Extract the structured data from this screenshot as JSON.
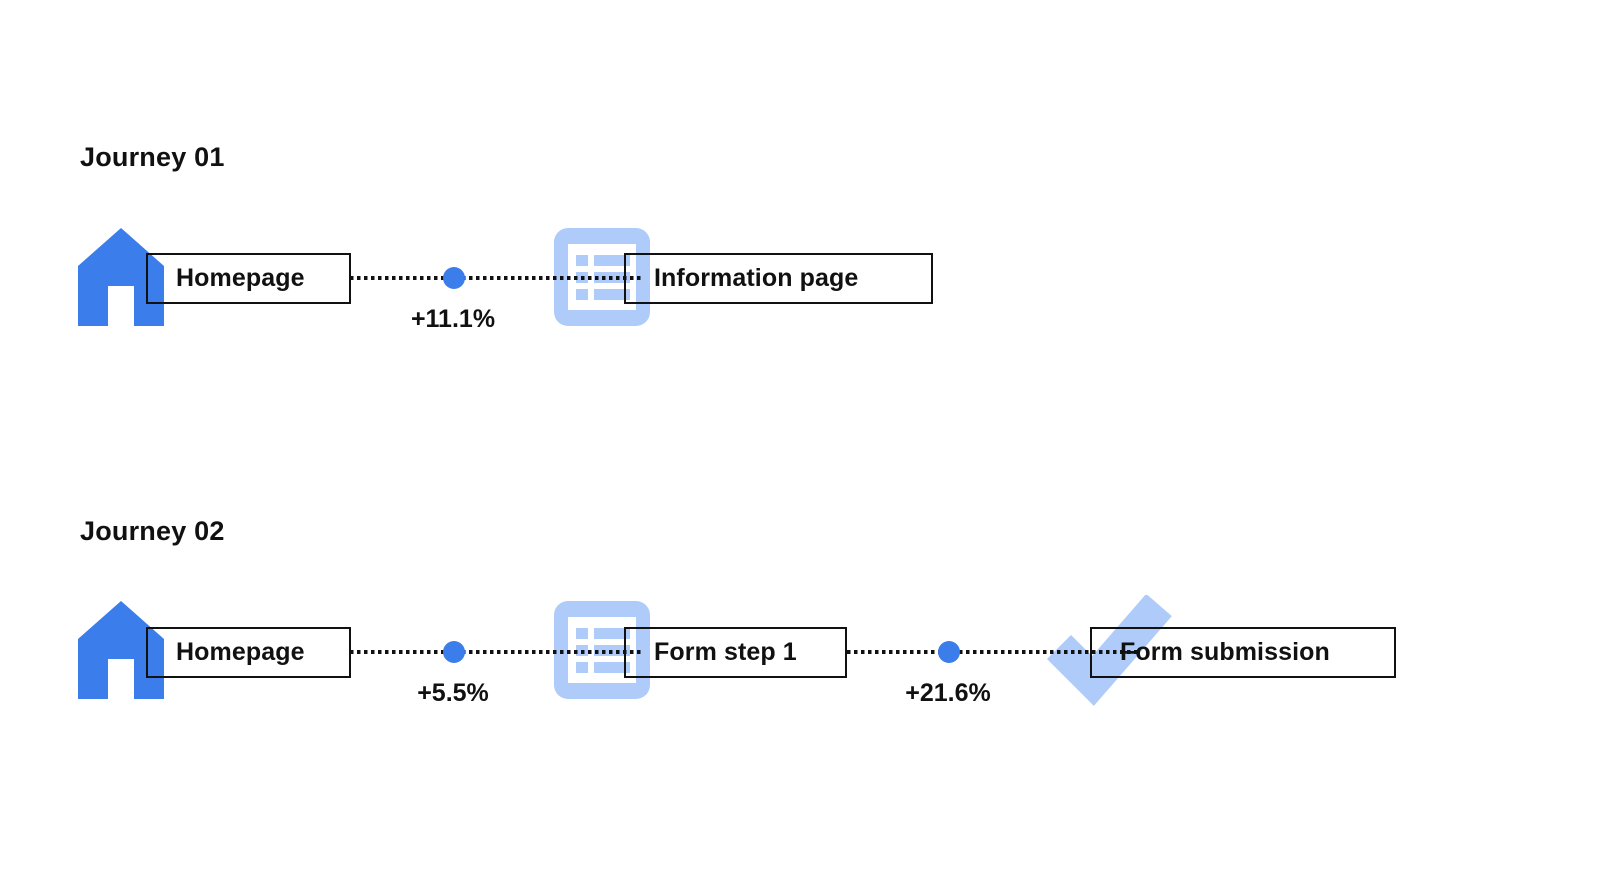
{
  "page": {
    "background_color": "#FFFFFF",
    "accent_blue": "#3B7DEB",
    "light_blue": "#AECBFA",
    "text_color": "#111111"
  },
  "journeys": [
    {
      "title": "Journey 01",
      "nodes": [
        {
          "label": "Homepage",
          "icon": "home-icon"
        },
        {
          "label": "Information page",
          "icon": "list-document-icon"
        }
      ],
      "connectors": [
        {
          "delta": "+11.1%"
        }
      ]
    },
    {
      "title": "Journey 02",
      "nodes": [
        {
          "label": "Homepage",
          "icon": "home-icon"
        },
        {
          "label": "Form step 1",
          "icon": "list-document-icon"
        },
        {
          "label": "Form submission",
          "icon": "checkmark-icon"
        }
      ],
      "connectors": [
        {
          "delta": "+5.5%"
        },
        {
          "delta": "+21.6%"
        }
      ]
    }
  ]
}
